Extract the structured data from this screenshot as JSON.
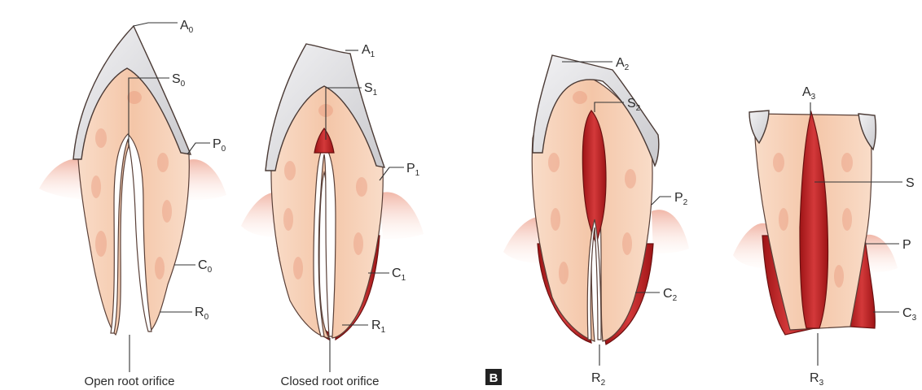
{
  "figure": {
    "panel_badge": "B",
    "stages": [
      {
        "id": "0",
        "caption": "Open root orifice",
        "labels": {
          "A": {
            "letter": "A",
            "sub": "0"
          },
          "S": {
            "letter": "S",
            "sub": "0"
          },
          "P": {
            "letter": "P",
            "sub": "0"
          },
          "C": {
            "letter": "C",
            "sub": "0"
          },
          "R": {
            "letter": "R",
            "sub": "0"
          }
        }
      },
      {
        "id": "1",
        "caption": "Closed root orifice",
        "labels": {
          "A": {
            "letter": "A",
            "sub": "1"
          },
          "S": {
            "letter": "S",
            "sub": "1"
          },
          "P": {
            "letter": "P",
            "sub": "1"
          },
          "C": {
            "letter": "C",
            "sub": "1"
          },
          "R": {
            "letter": "R",
            "sub": "1"
          }
        }
      },
      {
        "id": "2",
        "caption": "",
        "labels": {
          "A": {
            "letter": "A",
            "sub": "2"
          },
          "S": {
            "letter": "S",
            "sub": "2"
          },
          "P": {
            "letter": "P",
            "sub": "2"
          },
          "C": {
            "letter": "C",
            "sub": "2"
          },
          "R": {
            "letter": "R",
            "sub": "2"
          }
        }
      },
      {
        "id": "3",
        "caption": "",
        "labels": {
          "A": {
            "letter": "A",
            "sub": "3"
          },
          "S": {
            "letter": "S",
            "sub": ""
          },
          "P": {
            "letter": "P",
            "sub": ""
          },
          "C": {
            "letter": "C",
            "sub": "3"
          },
          "R": {
            "letter": "R",
            "sub": "3"
          }
        }
      }
    ],
    "colors": {
      "enamel": "#d9d9dc",
      "dentin": "#f6cdb2",
      "secondary_dentin": "#c8282a",
      "gum": "#f3c2b4"
    }
  }
}
